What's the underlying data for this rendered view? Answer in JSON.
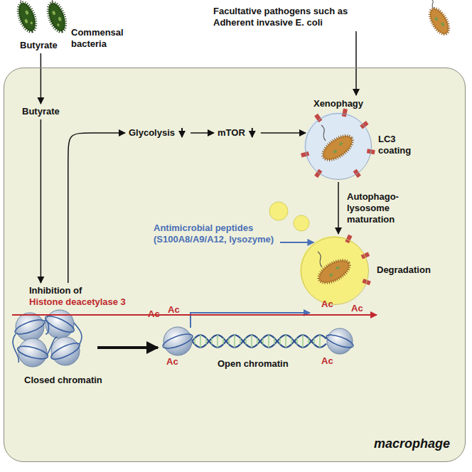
{
  "diagram": {
    "nodes": [
      {
        "text": [
          "Butyrate"
        ]
      },
      {
        "text": [
          "Facultative pathogens such as Adherent invasive E. coli"
        ]
      },
      {
        "text": [
          "macrophage"
        ]
      },
      {
        "text": [
          "Butyrate"
        ],
        "in": 2
      },
      {
        "text": [
          "Glycolysis"
        ],
        "in": 2
      },
      {
        "text": [
          "mTOR"
        ],
        "in": 2
      },
      {
        "text": [
          "Xenophagy",
          "LC3 coating"
        ],
        "in": 2
      },
      {
        "text": [
          "Degradation"
        ],
        "in": 2
      },
      {
        "text": [
          "Antimicrobial peptides (S100A8/A9/A12, lysozyme)"
        ],
        "in": 2
      },
      {
        "text": [
          "Inhibition of",
          "Histone deacetylase 3"
        ],
        "in": 2
      },
      {
        "text": [
          "Closed chromatin"
        ],
        "in": 2
      },
      {
        "text": [
          "Open chromatin"
        ],
        "in": 2
      }
    ],
    "edges": [
      {
        "from": 0,
        "to": 3,
        "arrow": "to"
      },
      {
        "from": 3,
        "to": 9,
        "arrow": "to"
      },
      {
        "from": 9,
        "to": 4,
        "arrow": "to"
      },
      {
        "from": 4,
        "to": 5,
        "arrow": "to"
      },
      {
        "from": 5,
        "to": 6,
        "arrow": "to"
      },
      {
        "from": 1,
        "to": 6,
        "arrow": "to"
      },
      {
        "from": 6,
        "to": 7,
        "label": "Autophago-lysosome maturation",
        "arrow": "to"
      },
      {
        "from": 8,
        "to": 7,
        "arrow": "to"
      },
      {
        "from": 10,
        "to": 11,
        "arrow": "to"
      },
      {
        "from": 11,
        "to": 10,
        "arrow": "to"
      }
    ],
    "labels": [
      "Commensal bacteria",
      "Ac",
      "Ac",
      "Ac",
      "Ac",
      "Ac",
      "Ac"
    ]
  }
}
